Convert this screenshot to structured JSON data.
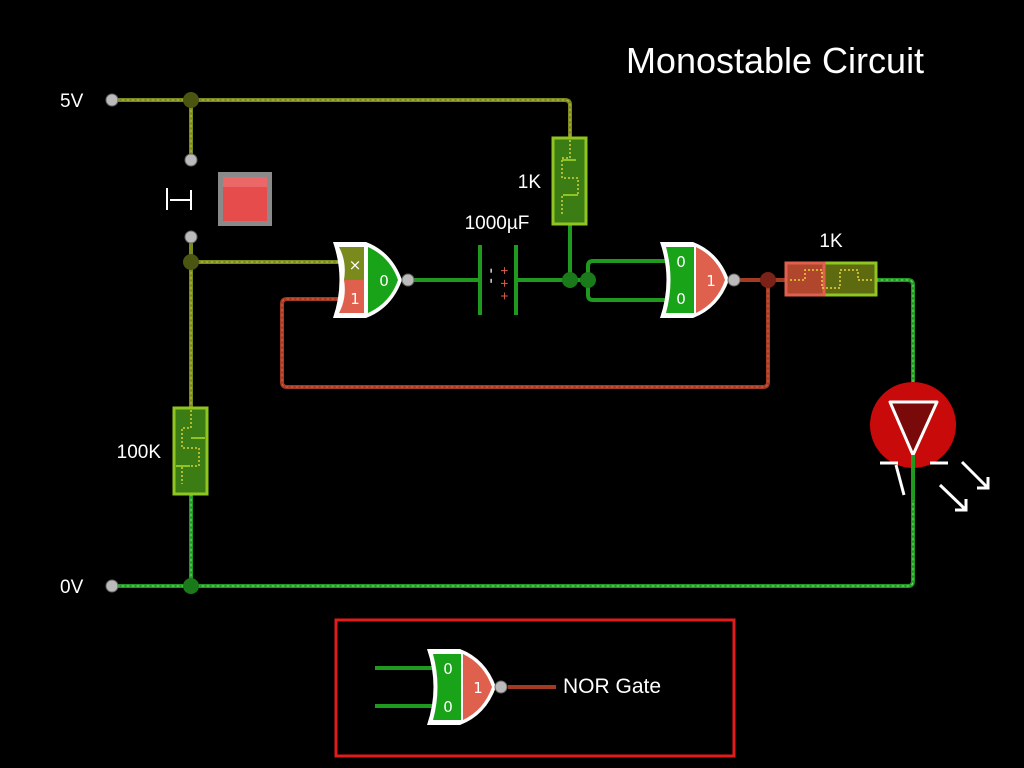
{
  "title": "Monostable Circuit",
  "rails": {
    "top_label": "5V",
    "bottom_label": "0V"
  },
  "components": {
    "r_pull": {
      "label": "1K"
    },
    "r_led": {
      "label": "1K"
    },
    "r_ground": {
      "label": "100K"
    },
    "capacitor": {
      "label": "1000µF",
      "plates": {
        "left": "- -",
        "right": "+ + +"
      }
    },
    "gate1": {
      "input_top": "×",
      "input_bottom": "1",
      "output": "0"
    },
    "gate2": {
      "input_top": "0",
      "input_bottom": "0",
      "output": "1"
    }
  },
  "legend": {
    "label": "NOR Gate",
    "gate": {
      "input_top": "0",
      "input_bottom": "0",
      "output": "1"
    }
  },
  "colors": {
    "background": "#000000",
    "wire_high": "#7a8a1c",
    "wire_low": "#1f9a1f",
    "wire_signal": "#a33a22",
    "gate_green": "#19a319",
    "gate_red": "#e0604e",
    "button_red": "#e64c4c",
    "led_red": "#c80a0a",
    "legend_border": "#e01c1c"
  }
}
